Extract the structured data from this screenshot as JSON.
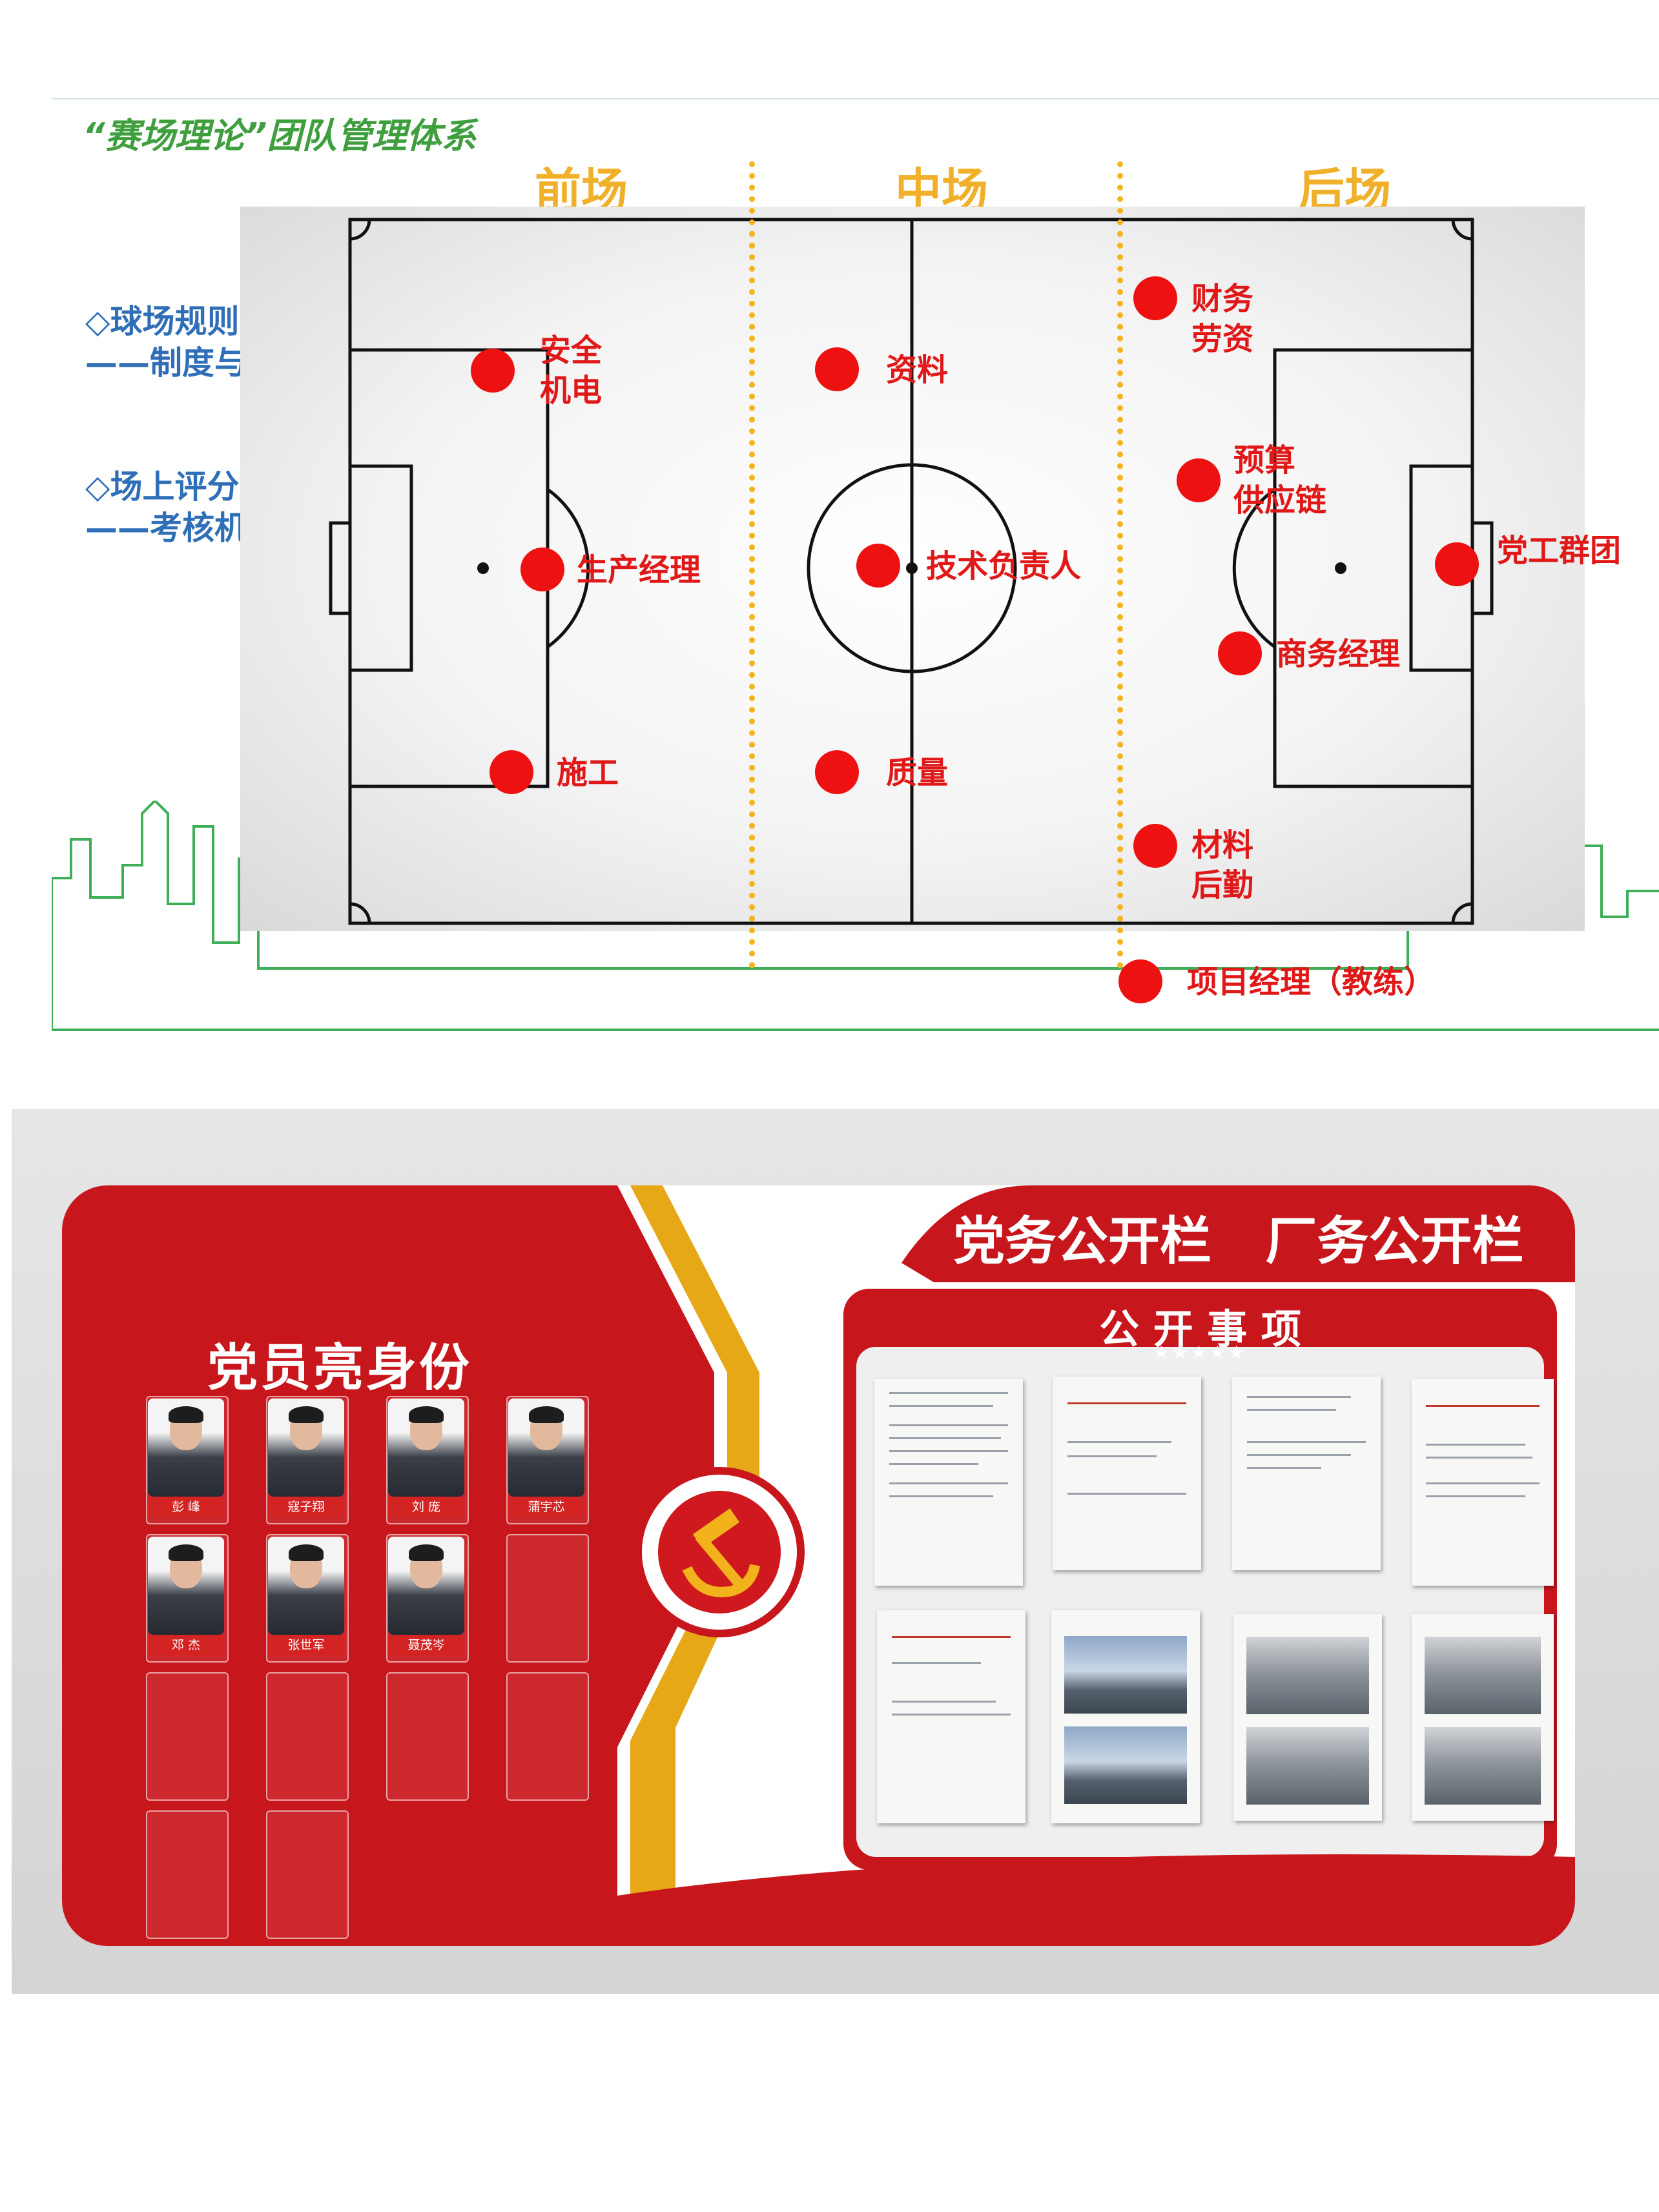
{
  "diagram": {
    "title": "“赛场理论”团队管理体系",
    "zones": [
      "前场",
      "中场",
      "后场"
    ],
    "side_labels": [
      {
        "line1": "◇球场规则",
        "line2": "——制度与流程"
      },
      {
        "line1": "◇场上评分",
        "line2": "——考核机制"
      }
    ],
    "roles": {
      "safety": [
        "安全",
        "机电"
      ],
      "production": "生产经理",
      "construction": "施工",
      "documents": "资料",
      "technical": "技术负责人",
      "quality": "质量",
      "finance": [
        "财务",
        "劳资"
      ],
      "budget": [
        "预算",
        "供应链"
      ],
      "business": "商务经理",
      "party": "党工群团",
      "materials": [
        "材料",
        "后勤"
      ],
      "coach": "项目经理（教练）"
    },
    "colors": {
      "accent_red": "#ee1111",
      "zone_gold": "#f0b02a",
      "title_green": "#3f9f3f",
      "label_blue": "#2f6fb8"
    }
  },
  "board": {
    "header": "党务公开栏   厂务公开栏",
    "left_title": "党员亮身份",
    "notice_title": "公 开 事 项",
    "stars": "★★★★★",
    "members": [
      "彭 峰",
      "寇子翔",
      "刘 庞",
      "蒲宇芯",
      "邓 杰",
      "张世军",
      "聂茂岑"
    ],
    "emblem": "hammer-sickle-icon",
    "colors": {
      "board_red": "#c8161d",
      "gold": "#e6a817",
      "wall": "#dcdcdc"
    }
  }
}
